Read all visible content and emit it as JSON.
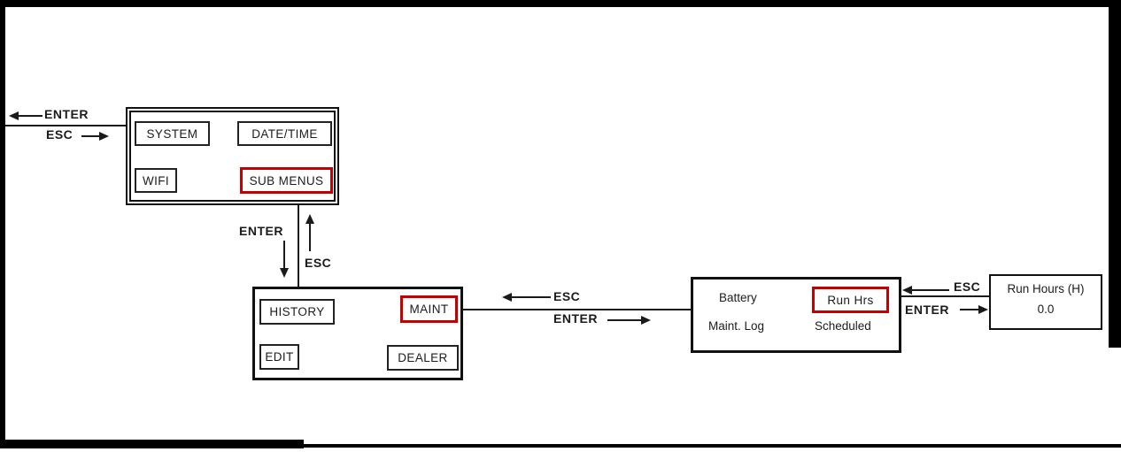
{
  "colors": {
    "accent_red": "#c40000",
    "line": "#1a1a1a",
    "background": "#ffffff"
  },
  "screens": {
    "main_menu": {
      "items": [
        {
          "label": "SYSTEM",
          "highlighted": false
        },
        {
          "label": "DATE/TIME",
          "highlighted": false
        },
        {
          "label": "WIFI",
          "highlighted": false
        },
        {
          "label": "SUB MENUS",
          "highlighted": true
        }
      ]
    },
    "sub_menus": {
      "items": [
        {
          "label": "HISTORY",
          "highlighted": false
        },
        {
          "label": "MAINT",
          "highlighted": true
        },
        {
          "label": "EDIT",
          "highlighted": false
        },
        {
          "label": "DEALER",
          "highlighted": false
        }
      ]
    },
    "maint_menu": {
      "items": [
        {
          "label": "Battery",
          "highlighted": false
        },
        {
          "label": "Run Hrs",
          "highlighted": true
        },
        {
          "label": "Maint. Log",
          "highlighted": false
        },
        {
          "label": "Scheduled",
          "highlighted": false
        }
      ]
    },
    "run_hours": {
      "title": "Run Hours (H)",
      "value": "0.0"
    }
  },
  "transitions": {
    "root": {
      "enter_label": "ENTER",
      "esc_label": "ESC"
    },
    "main_to_sub": {
      "enter_label": "ENTER",
      "esc_label": "ESC"
    },
    "sub_to_maint": {
      "esc_label": "ESC",
      "enter_label": "ENTER"
    },
    "maint_to_run_hours": {
      "esc_label": "ESC",
      "enter_label": "ENTER"
    }
  }
}
